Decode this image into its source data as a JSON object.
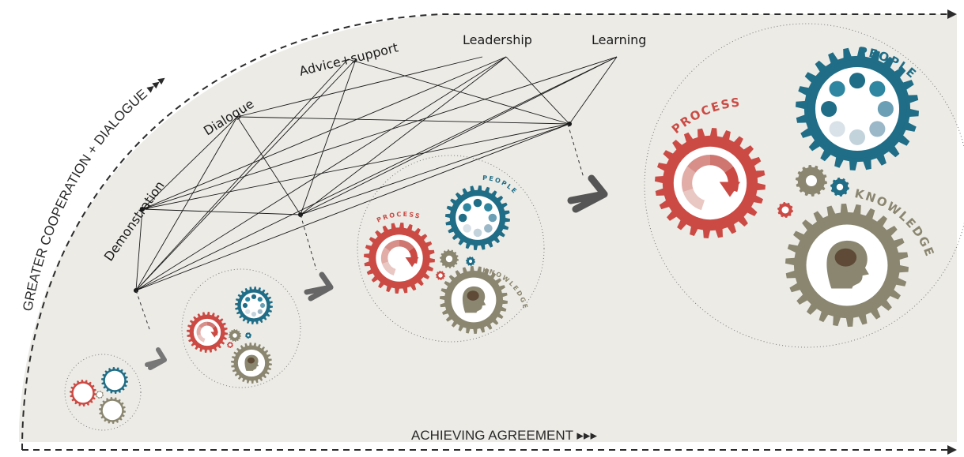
{
  "colors": {
    "panel": "#ecebe6",
    "process": "#cc4a44",
    "people": "#1f6d86",
    "knowledge": "#8a8670",
    "line": "#1a1a1a",
    "arrow": "#5d5d5d"
  },
  "axis_horizontal": "ACHIEVING AGREEMENT ▸▸▸",
  "axis_vertical": "GREATER COOPERATION + DIALOGUE ▸▸▸",
  "activities": [
    "Demonstration",
    "Dialogue",
    "Advice+support",
    "Leadership",
    "Learning"
  ],
  "gear_labels": {
    "process": "PROCESS",
    "people": "PEOPLE",
    "knowledge": "KNOWLEDGE"
  }
}
